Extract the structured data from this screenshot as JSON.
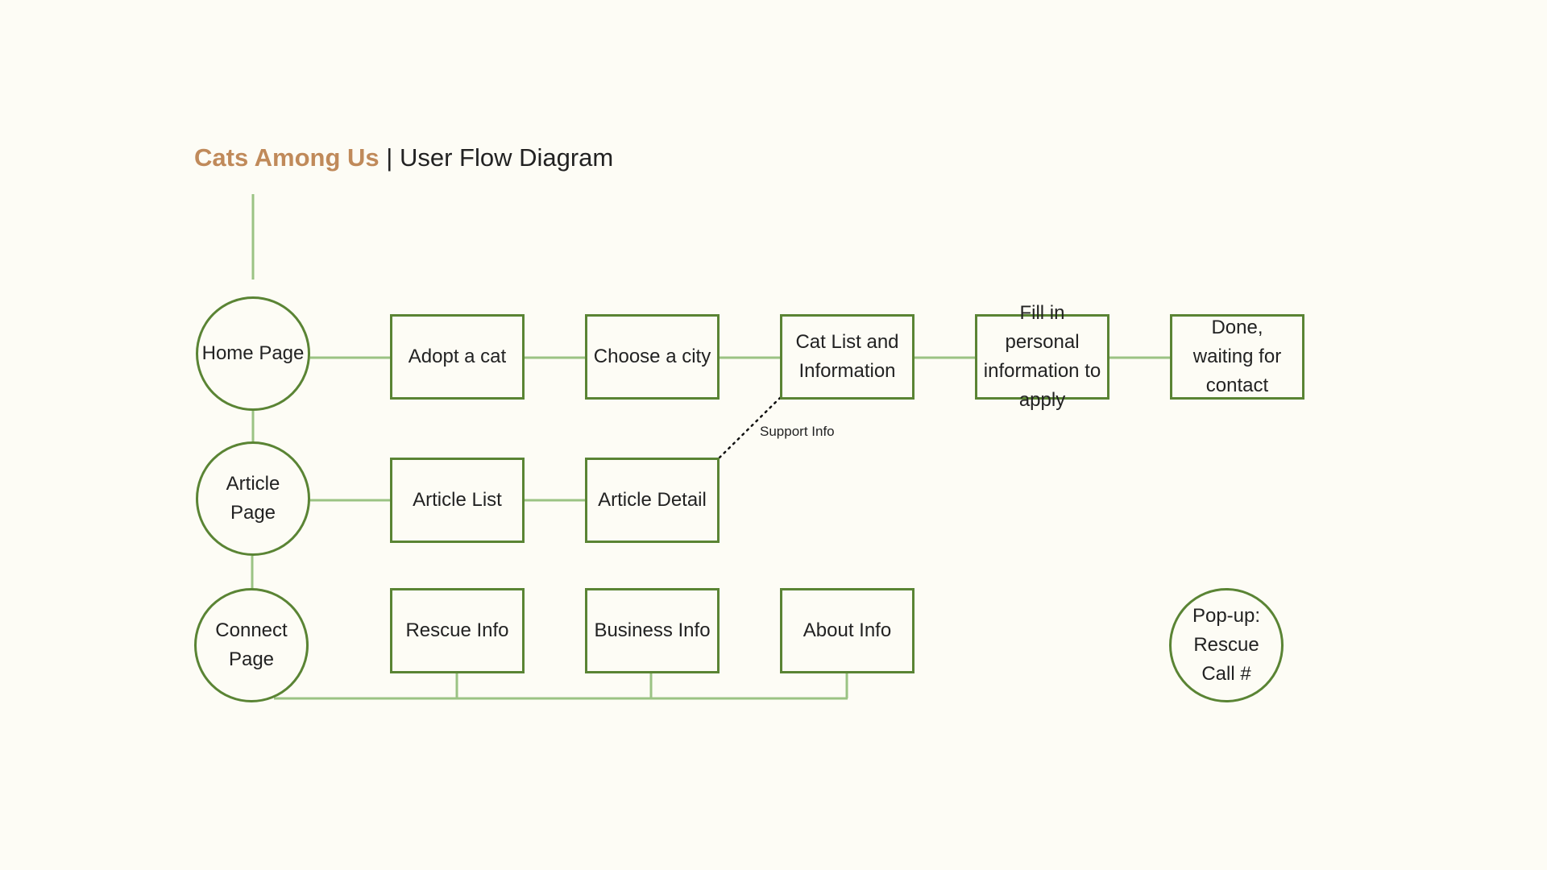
{
  "title": {
    "brand": "Cats Among Us",
    "separator": " | ",
    "subtitle": "User Flow Diagram"
  },
  "nodes": {
    "home": "Home Page",
    "article": "Article Page",
    "connect": "Connect Page",
    "adopt": "Adopt a cat",
    "city": "Choose a city",
    "catlist": "Cat List and Information",
    "apply": "Fill in personal information to apply",
    "done": "Done, waiting for contact",
    "articlelist": "Article List",
    "articledetail": "Article Detail",
    "rescue": "Rescue Info",
    "business": "Business Info",
    "about": "About Info",
    "popup": "Pop-up: Rescue Call #"
  },
  "annotations": {
    "support": "Support Info"
  },
  "colors": {
    "background": "#fdfcf5",
    "node_border": "#5a8434",
    "connector": "#9bc384",
    "brand": "#c08a5a"
  }
}
